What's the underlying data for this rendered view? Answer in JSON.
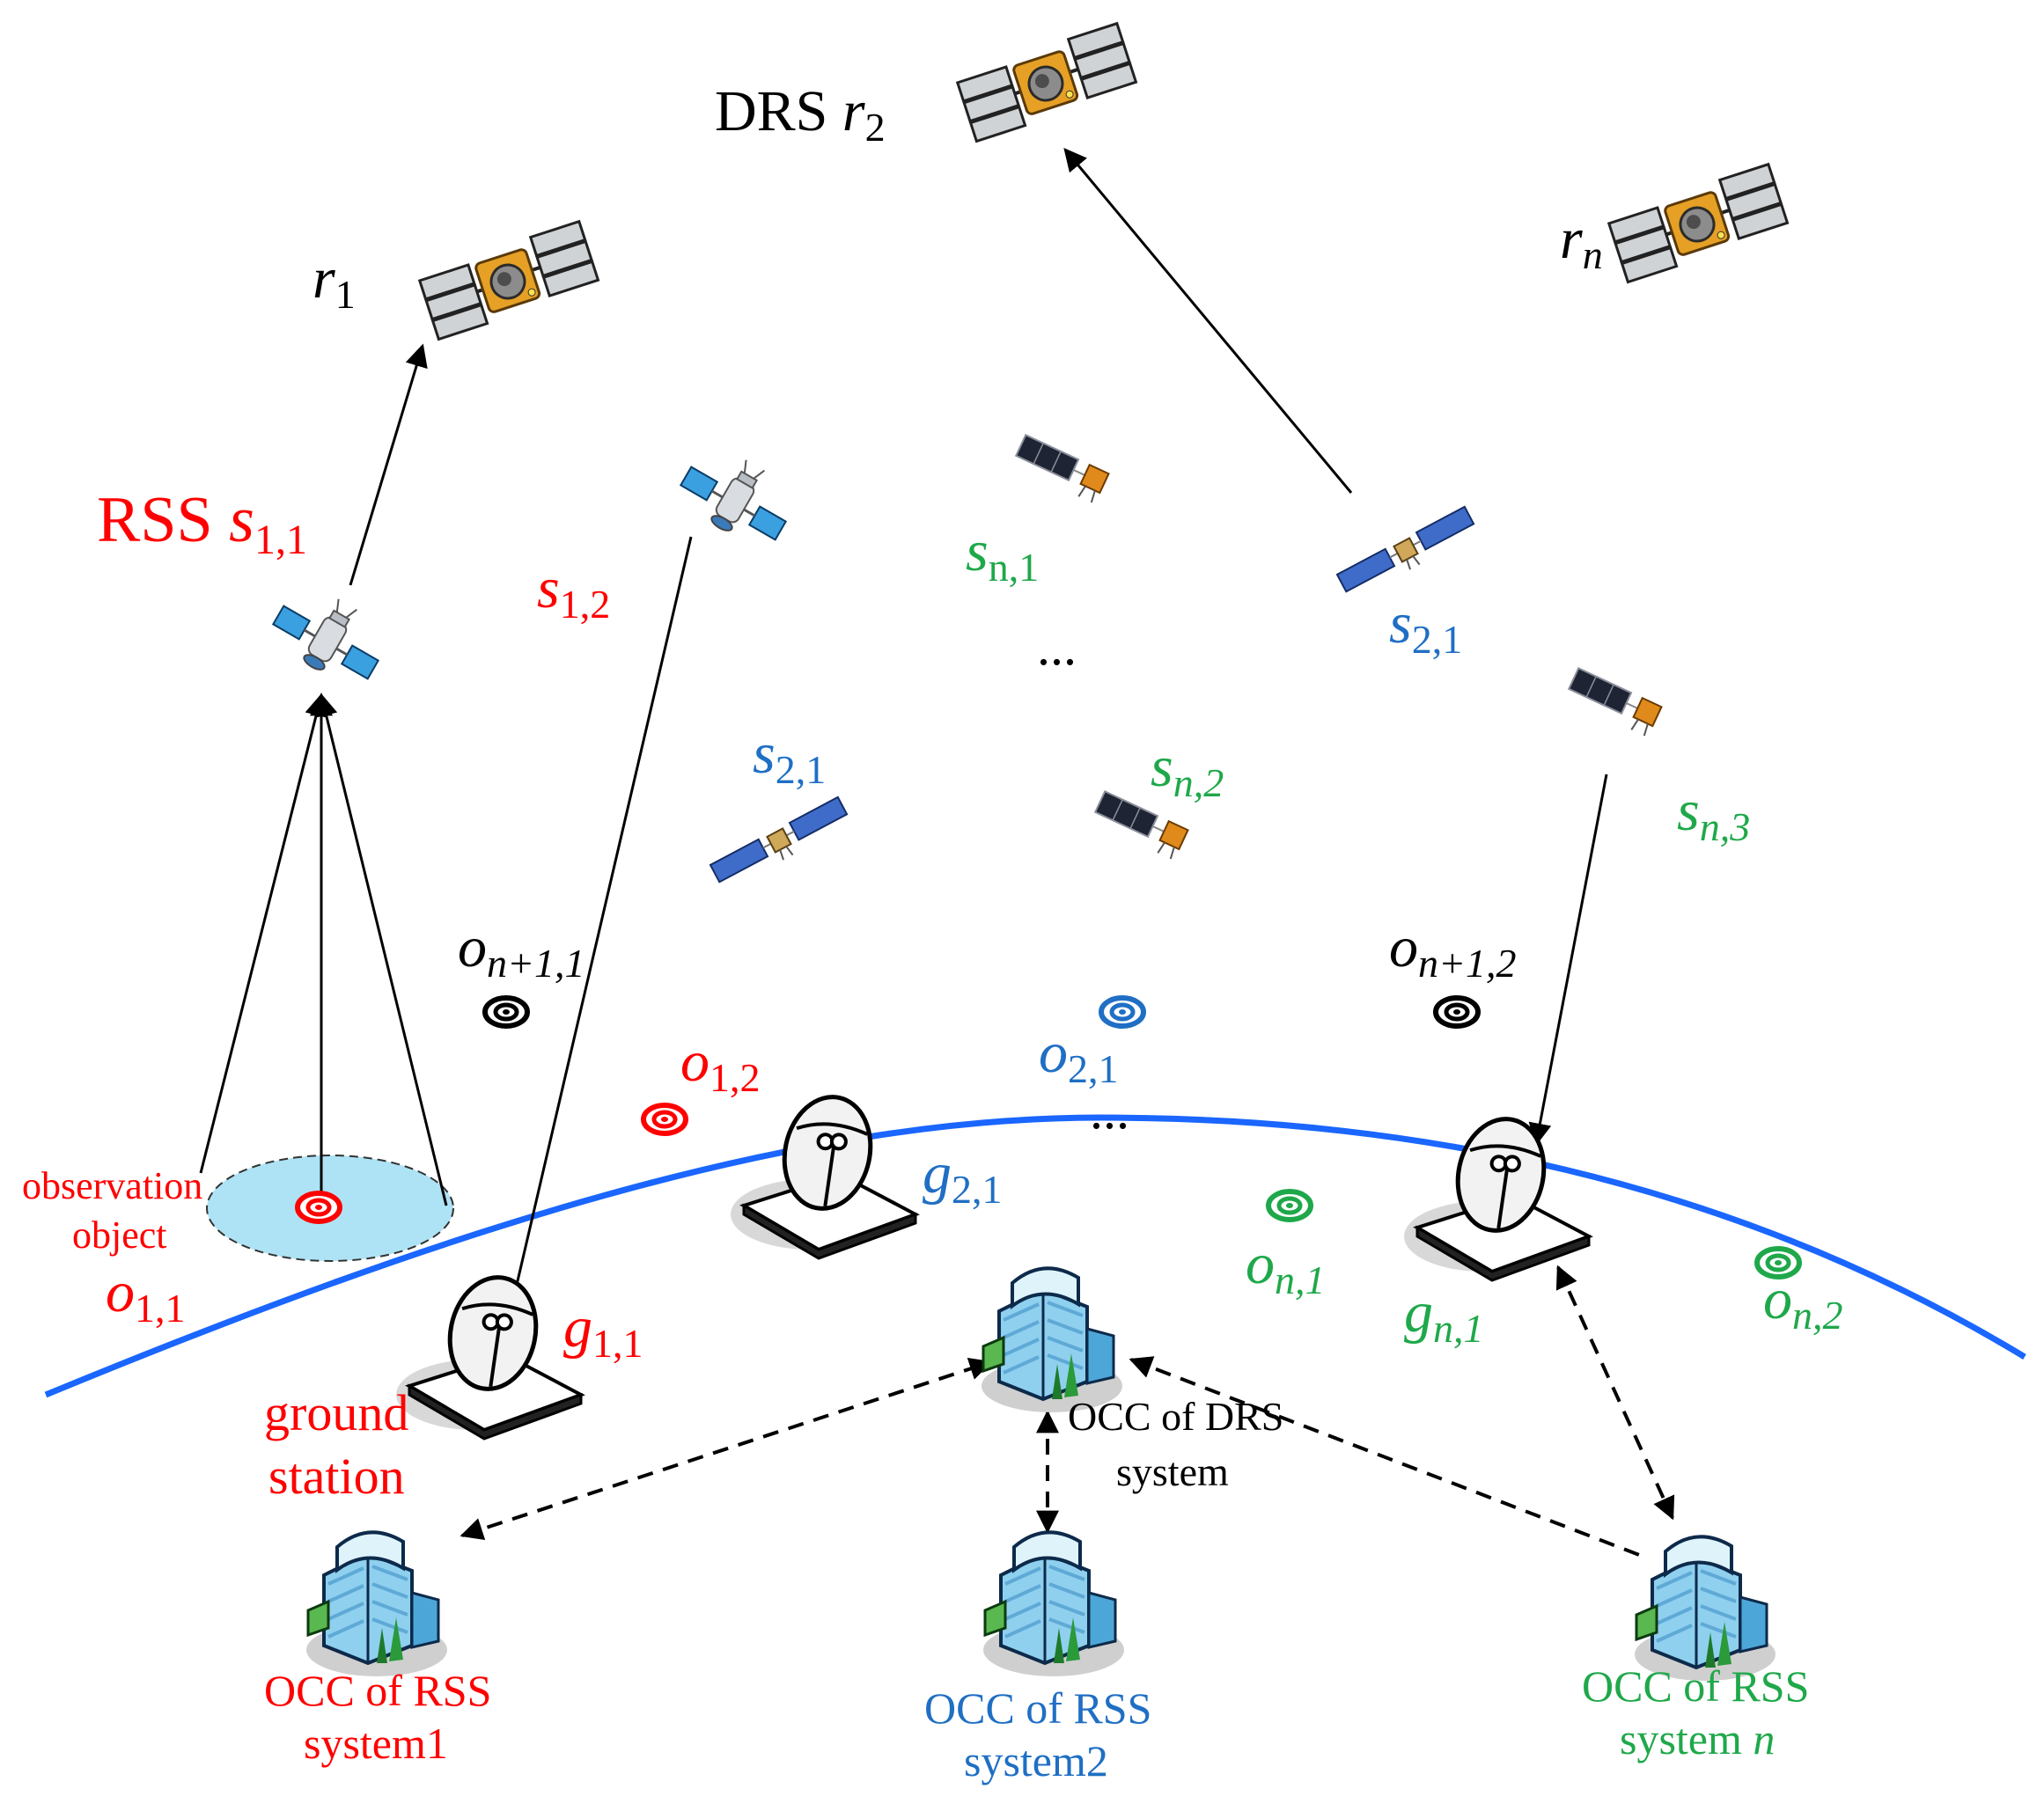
{
  "colors": {
    "red": "#ff0000",
    "blue": "#1f6fc4",
    "green": "#1fa84a",
    "black": "#000000",
    "earth_line": "#1a66ff",
    "footprint": "#aee3f5"
  },
  "labels": {
    "drs_r2": {
      "prefix": "DRS ",
      "var": "r",
      "sub": "2"
    },
    "r1": {
      "var": "r",
      "sub": "1"
    },
    "rn": {
      "var": "r",
      "sub": "n"
    },
    "rss_s11": {
      "prefix": "RSS ",
      "var": "s",
      "sub": "1,1"
    },
    "s12": {
      "var": "s",
      "sub": "1,2"
    },
    "sn1": {
      "var": "s",
      "sub": "n,1"
    },
    "s21_upper": {
      "var": "s",
      "sub": "2,1"
    },
    "s21_lower": {
      "var": "s",
      "sub": "2,1"
    },
    "sn2": {
      "var": "s",
      "sub": "n,2"
    },
    "sn3": {
      "var": "s",
      "sub": "n,3"
    },
    "ellipsis_top": "...",
    "ellipsis_ground": "...",
    "on1_1": {
      "var": "o",
      "sub": "n+1,1"
    },
    "on1_2": {
      "var": "o",
      "sub": "n+1,2"
    },
    "o12": {
      "var": "o",
      "sub": "1,2"
    },
    "o21": {
      "var": "o",
      "sub": "2,1"
    },
    "on_1": {
      "var": "o",
      "sub": "n,1"
    },
    "on_2": {
      "var": "o",
      "sub": "n,2"
    },
    "observation_line1": "observation",
    "observation_line2": "object",
    "o11": {
      "var": "o",
      "sub": "1,1"
    },
    "g11": {
      "var": "g",
      "sub": "1,1"
    },
    "g21": {
      "var": "g",
      "sub": "2,1"
    },
    "gn1": {
      "var": "g",
      "sub": "n,1"
    },
    "ground_station_line1": "ground",
    "ground_station_line2": "station",
    "occ_drs_line1": "OCC of DRS",
    "occ_drs_line2": "system",
    "occ_rss1_line1": "OCC of RSS",
    "occ_rss1_line2": "system1",
    "occ_rss2_line1": "OCC of RSS",
    "occ_rss2_line2": "system2",
    "occ_rssn_line1": "OCC of RSS",
    "occ_rssn_line2": "system ",
    "occ_rssn_var": "n"
  },
  "icons": {
    "relay_satellite": "gold-relay-satellite-icon",
    "remote_sensing_satellite": "remote-sensing-satellite-icon",
    "ground_station": "dish-antenna-icon",
    "control_center": "building-icon",
    "target": "target-icon"
  }
}
